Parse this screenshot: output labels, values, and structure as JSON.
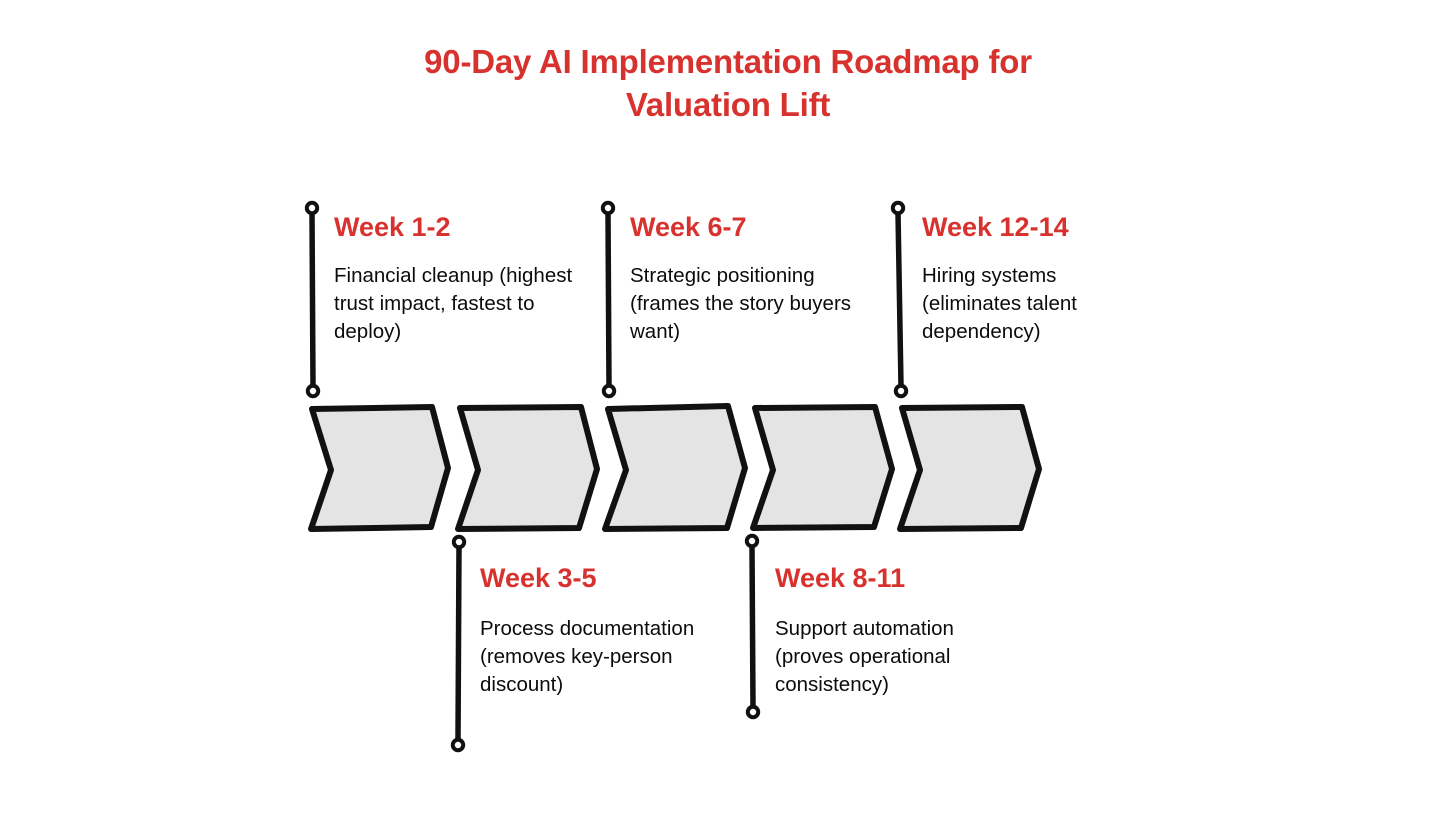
{
  "title": {
    "line1": "90-Day AI Implementation Roadmap for",
    "line2": "Valuation Lift",
    "color": "#D8322F"
  },
  "theme": {
    "accent_red": "#D8322F",
    "chevron_fill": "#E4E4E4",
    "chevron_stroke": "#111111",
    "body_text": "#0c0c0c",
    "background": "#ffffff"
  },
  "chart_data": {
    "type": "diagram",
    "subtype": "chevron-process-timeline",
    "title": "90-Day AI Implementation Roadmap for Valuation Lift",
    "step_count": 5,
    "milestones": [
      {
        "id": "week-1-2",
        "heading": "Week 1-2",
        "body": "Financial cleanup (highest trust impact, fastest to deploy)",
        "position": "top",
        "chevron_index": 1
      },
      {
        "id": "week-3-5",
        "heading": "Week 3-5",
        "body": "Process documentation (removes key-person discount)",
        "position": "bottom",
        "chevron_index": 2
      },
      {
        "id": "week-6-7",
        "heading": "Week 6-7",
        "body": "Strategic positioning (frames the story buyers want)",
        "position": "top",
        "chevron_index": 3
      },
      {
        "id": "week-8-11",
        "heading": "Week 8-11",
        "body": "Support automation (proves operational consistency)",
        "position": "bottom",
        "chevron_index": 4
      },
      {
        "id": "week-12-14",
        "heading": "Week 12-14",
        "body": "Hiring systems (eliminates talent dependency)",
        "position": "top",
        "chevron_index": 5
      }
    ]
  },
  "callouts": {
    "week_1_2": {
      "heading": "Week 1-2",
      "body": "Financial cleanup (highest trust impact, fastest to deploy)"
    },
    "week_6_7": {
      "heading": "Week 6-7",
      "body": "Strategic positioning (frames the story buyers want)"
    },
    "week_12_14": {
      "heading": "Week 12-14",
      "body": "Hiring systems (eliminates talent dependency)"
    },
    "week_3_5": {
      "heading": "Week 3-5",
      "body": "Process documentation (removes key-person discount)"
    },
    "week_8_11": {
      "heading": "Week 8-11",
      "body": "Support automation (proves operational consistency)"
    }
  },
  "chevrons": [
    {
      "label": "step-1"
    },
    {
      "label": "step-2"
    },
    {
      "label": "step-3"
    },
    {
      "label": "step-4"
    },
    {
      "label": "step-5"
    }
  ]
}
